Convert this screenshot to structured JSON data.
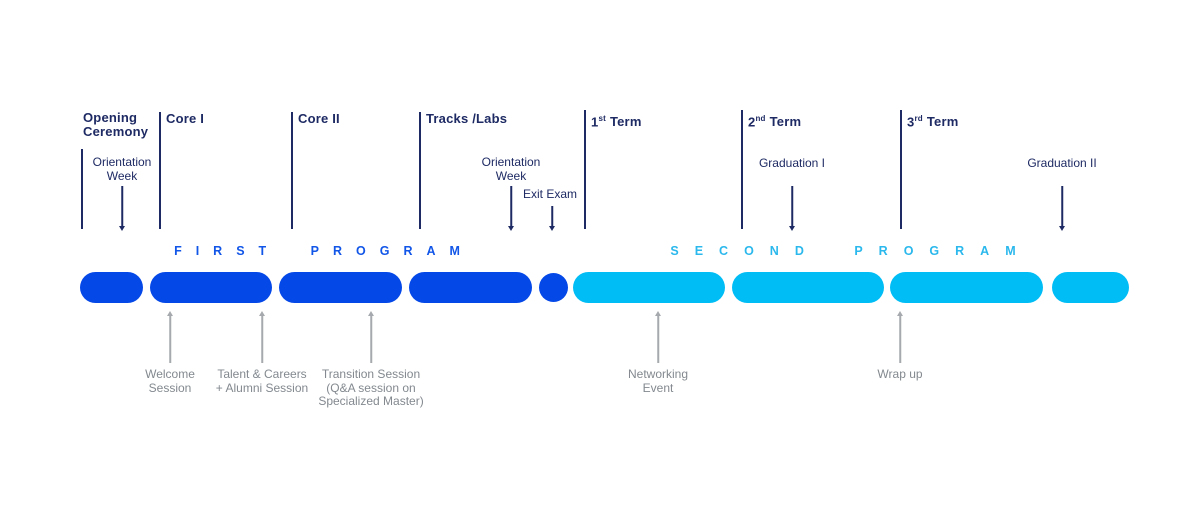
{
  "colors": {
    "navy": "#1e2a63",
    "royal_blue": "#0548e8",
    "sky_blue": "#00bdf5",
    "first_program": "#1256e8",
    "second_program": "#2bb8ec",
    "gray_text": "#83898f",
    "arrow_gray": "#a6aaae"
  },
  "phases": {
    "opening": {
      "lines": [
        "Opening",
        "Ceremony"
      ]
    },
    "core1": {
      "label": "Core I"
    },
    "core2": {
      "label": "Core II"
    },
    "tracks": {
      "label": "Tracks /Labs"
    },
    "term1": {
      "num": "1",
      "sup": "st",
      "rest": "Term"
    },
    "term2": {
      "num": "2",
      "sup": "nd",
      "rest": "Term"
    },
    "term3": {
      "num": "3",
      "sup": "rd",
      "rest": "Term"
    }
  },
  "milestones": {
    "orientation1": {
      "lines": [
        "Orientation",
        "Week"
      ]
    },
    "orientation2": {
      "lines": [
        "Orientation",
        "Week"
      ]
    },
    "exit_exam": {
      "label": "Exit Exam"
    },
    "graduation1": {
      "label": "Graduation I"
    },
    "graduation2": {
      "label": "Graduation II"
    }
  },
  "programs": {
    "first": "FIRST PROGRAM",
    "second": "SECOND PROGRAM"
  },
  "events": {
    "welcome": {
      "lines": [
        "Welcome",
        "Session"
      ]
    },
    "talent": {
      "lines": [
        "Talent & Careers",
        "+ Alumni Session"
      ]
    },
    "transition": {
      "lines": [
        "Transition Session",
        "(Q&A session on",
        "Specialized Master)"
      ]
    },
    "networking": {
      "lines": [
        "Networking",
        "Event"
      ]
    },
    "wrapup": {
      "lines": [
        "Wrap up"
      ]
    }
  },
  "segments": [
    {
      "name": "opening-ceremony",
      "program": "first"
    },
    {
      "name": "core-1",
      "program": "first"
    },
    {
      "name": "core-2",
      "program": "first"
    },
    {
      "name": "tracks-labs",
      "program": "first"
    },
    {
      "name": "exit-exam",
      "program": "first"
    },
    {
      "name": "term-1",
      "program": "second"
    },
    {
      "name": "term-2",
      "program": "second"
    },
    {
      "name": "term-3",
      "program": "second"
    },
    {
      "name": "final",
      "program": "second"
    }
  ]
}
